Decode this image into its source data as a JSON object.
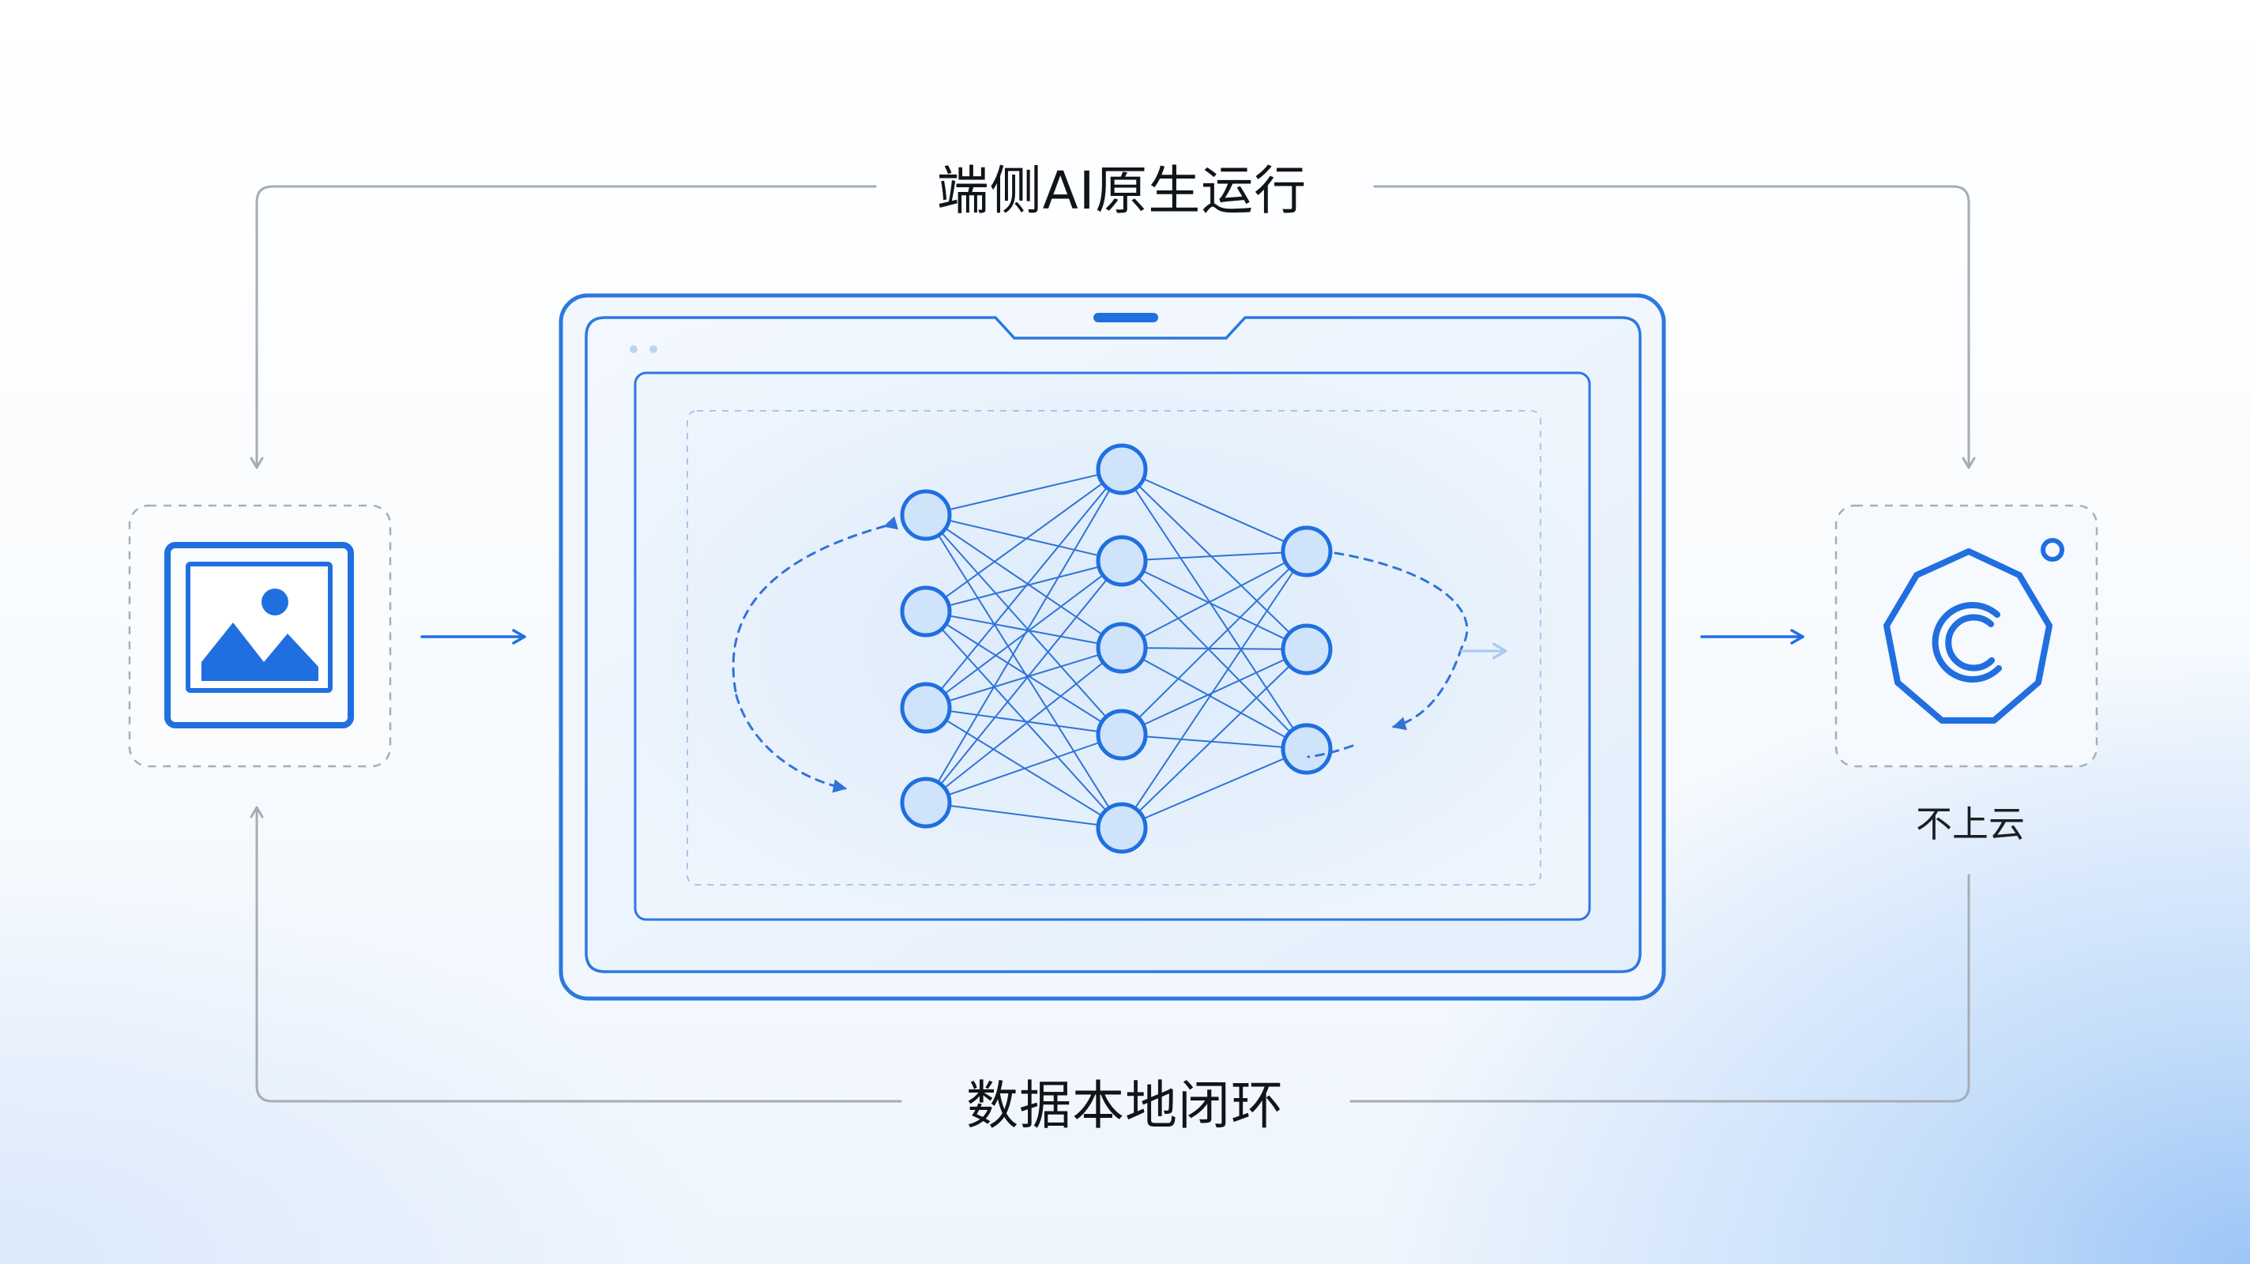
{
  "labels": {
    "top": "端侧AI原生运行",
    "bottom": "数据本地闭环",
    "right": "不上云"
  },
  "icons": {
    "input": "image-icon",
    "output": "chip-octagon-icon",
    "center": "neural-network-icon"
  },
  "network": {
    "layers": [
      4,
      5,
      3
    ]
  },
  "colors": {
    "accent": "#1f6fe0",
    "node_fill": "#cfe3fb",
    "connector": "#a6acb4",
    "text": "#111418"
  }
}
